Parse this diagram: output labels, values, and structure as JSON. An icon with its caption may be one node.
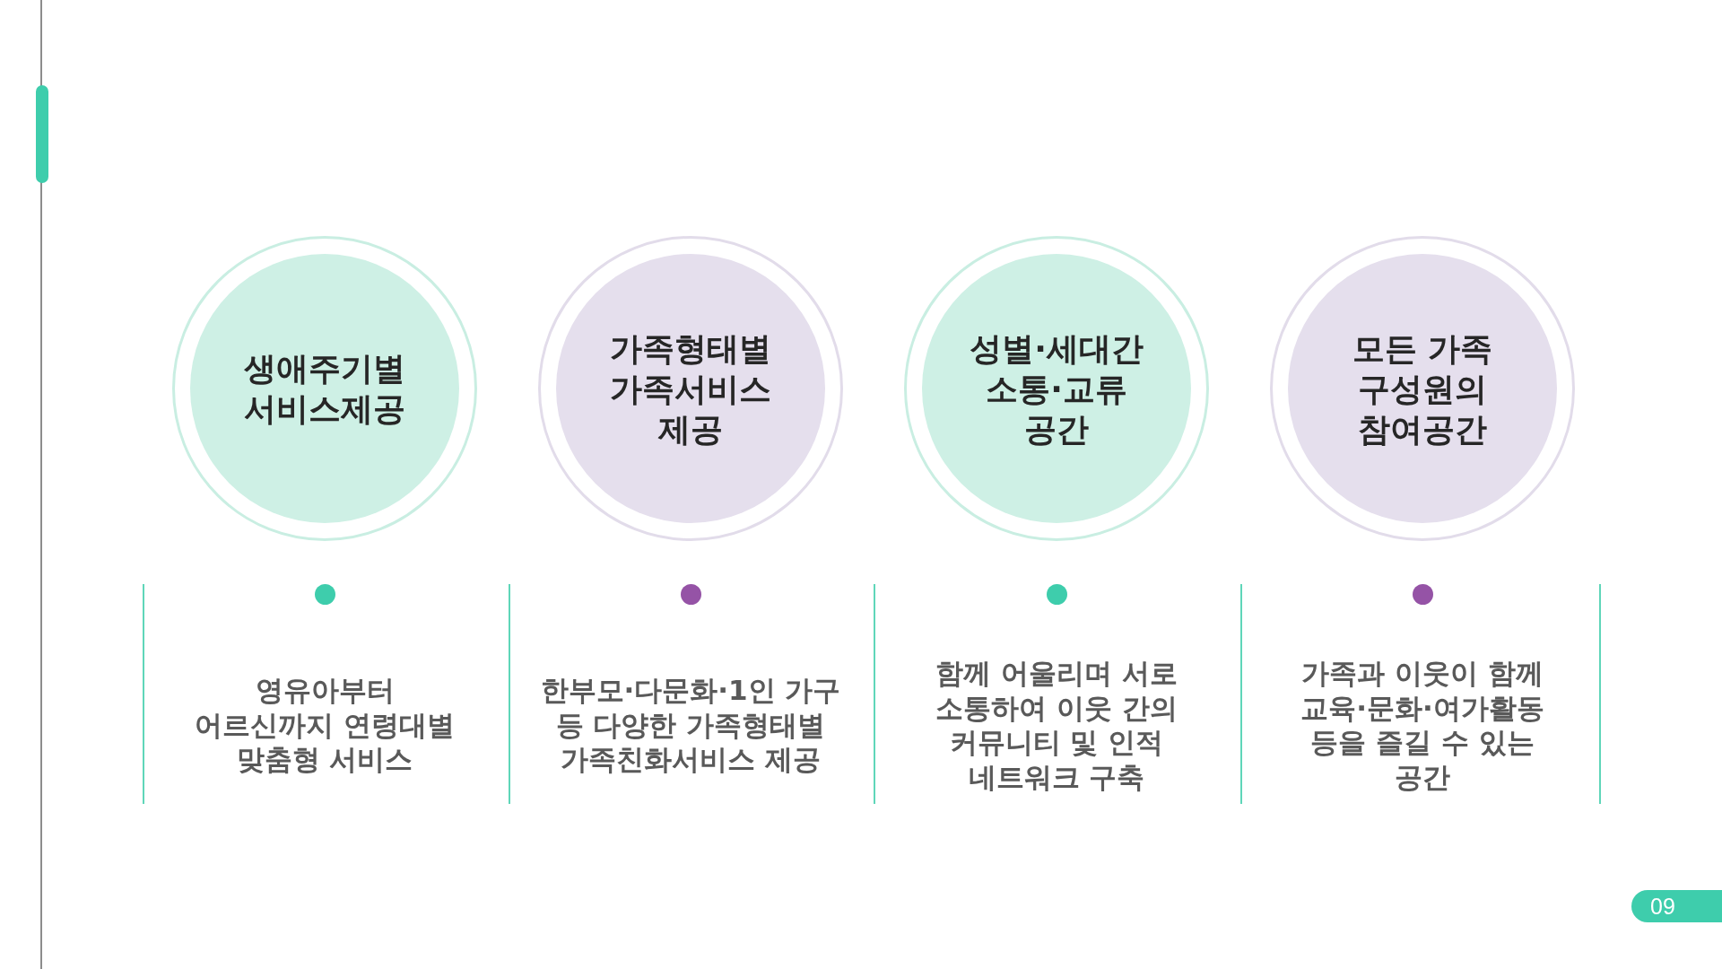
{
  "diagram": {
    "nodes": [
      {
        "text": [
          "생애주기별 서비스제공"
        ]
      },
      {
        "text": [
          "가족형태별 가족서비스 제공"
        ]
      },
      {
        "text": [
          "성별·세대간 소통·교류 공간"
        ]
      },
      {
        "text": [
          "모든 가족 구성원의 참여공간"
        ]
      }
    ],
    "labels": [
      "영유아부터 어르신까지 연령대별 맞춤형 서비스",
      "한부모·다문화·1인 가구 등 다양한 가족형태별 가족친화서비스 제공",
      "함께 어울리며 서로 소통하여 이웃 간의 커뮤니티 및 인적 네트워크 구축",
      "가족과 이웃이 함께 교육·문화·여가활동 등을 즐길 수 있는 공간",
      "09"
    ]
  }
}
